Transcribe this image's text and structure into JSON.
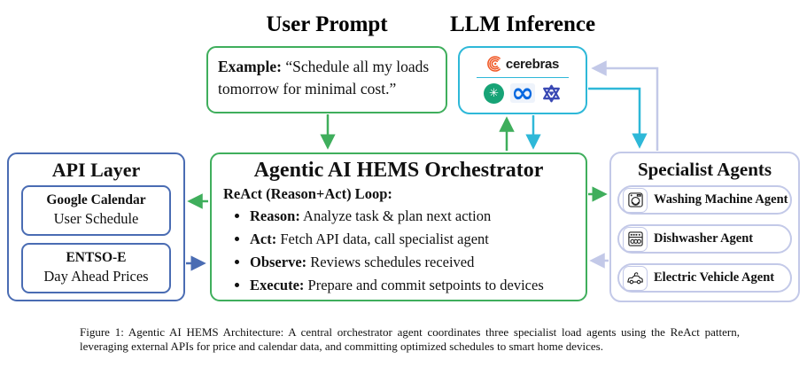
{
  "user_prompt": {
    "title": "User Prompt",
    "example_label": "Example:",
    "example_text": " “Schedule all my loads tomorrow for minimal cost.”"
  },
  "llm_inference": {
    "title": "LLM Inference",
    "provider_wordmark": "cerebras",
    "logos": [
      "cerebras-logo",
      "openai-logo",
      "meta-logo",
      "qwen-logo"
    ],
    "openai_glyph": "✳"
  },
  "api_layer": {
    "title": "API Layer",
    "items": [
      {
        "name": "Google Calendar",
        "desc": "User Schedule"
      },
      {
        "name": "ENTSO-E",
        "desc": "Day Ahead Prices"
      }
    ]
  },
  "orchestrator": {
    "title": "Agentic AI HEMS Orchestrator",
    "loop_heading": "ReAct (Reason+Act) Loop:",
    "bullets": [
      {
        "label": "Reason:",
        "text": " Analyze task & plan next action"
      },
      {
        "label": "Act:",
        "text": " Fetch API data, call specialist agent"
      },
      {
        "label": "Observe:",
        "text": " Reviews schedules received"
      },
      {
        "label": "Execute:",
        "text": " Prepare and commit setpoints to devices"
      }
    ]
  },
  "specialist_agents": {
    "title": "Specialist Agents",
    "agents": [
      {
        "label": "Washing Machine Agent",
        "icon": "washing-machine-icon"
      },
      {
        "label": "Dishwasher Agent",
        "icon": "dishwasher-icon"
      },
      {
        "label": "Electric Vehicle Agent",
        "icon": "electric-vehicle-icon"
      }
    ]
  },
  "caption": {
    "text": "Figure 1: Agentic AI HEMS Architecture: A central orchestrator agent coordinates three specialist load agents using the ReAct pattern, leveraging external APIs for price and calendar data, and committing optimized schedules to smart home devices."
  },
  "colors": {
    "green": "#3fae5c",
    "cyan": "#2eb8d8",
    "blue": "#4a6cb3",
    "lavender": "#c3c9e8",
    "cerebras_orange": "#f05a28",
    "openai_green": "#17a376",
    "meta_blue": "#0769e0",
    "qwen_indigo": "#3a49b4"
  }
}
